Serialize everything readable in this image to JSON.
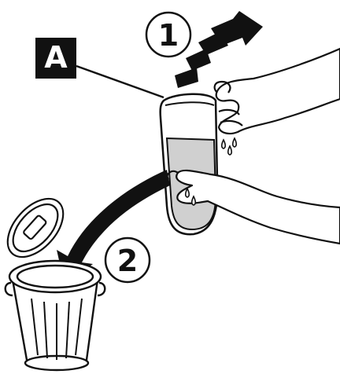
{
  "figure": {
    "callout": {
      "letter": "A",
      "points_to": "water-tank"
    },
    "steps": [
      {
        "number": "1",
        "arrow": "dashed-arrow-up-right",
        "action": "lift-off"
      },
      {
        "number": "2",
        "arrow": "curved-arrow-down-left",
        "action": "empty-into-bin"
      }
    ],
    "colors": {
      "ink": "#111111",
      "tank_window": "#d0d0d0",
      "callout_fill": "#111111",
      "callout_text": "#ffffff"
    }
  }
}
